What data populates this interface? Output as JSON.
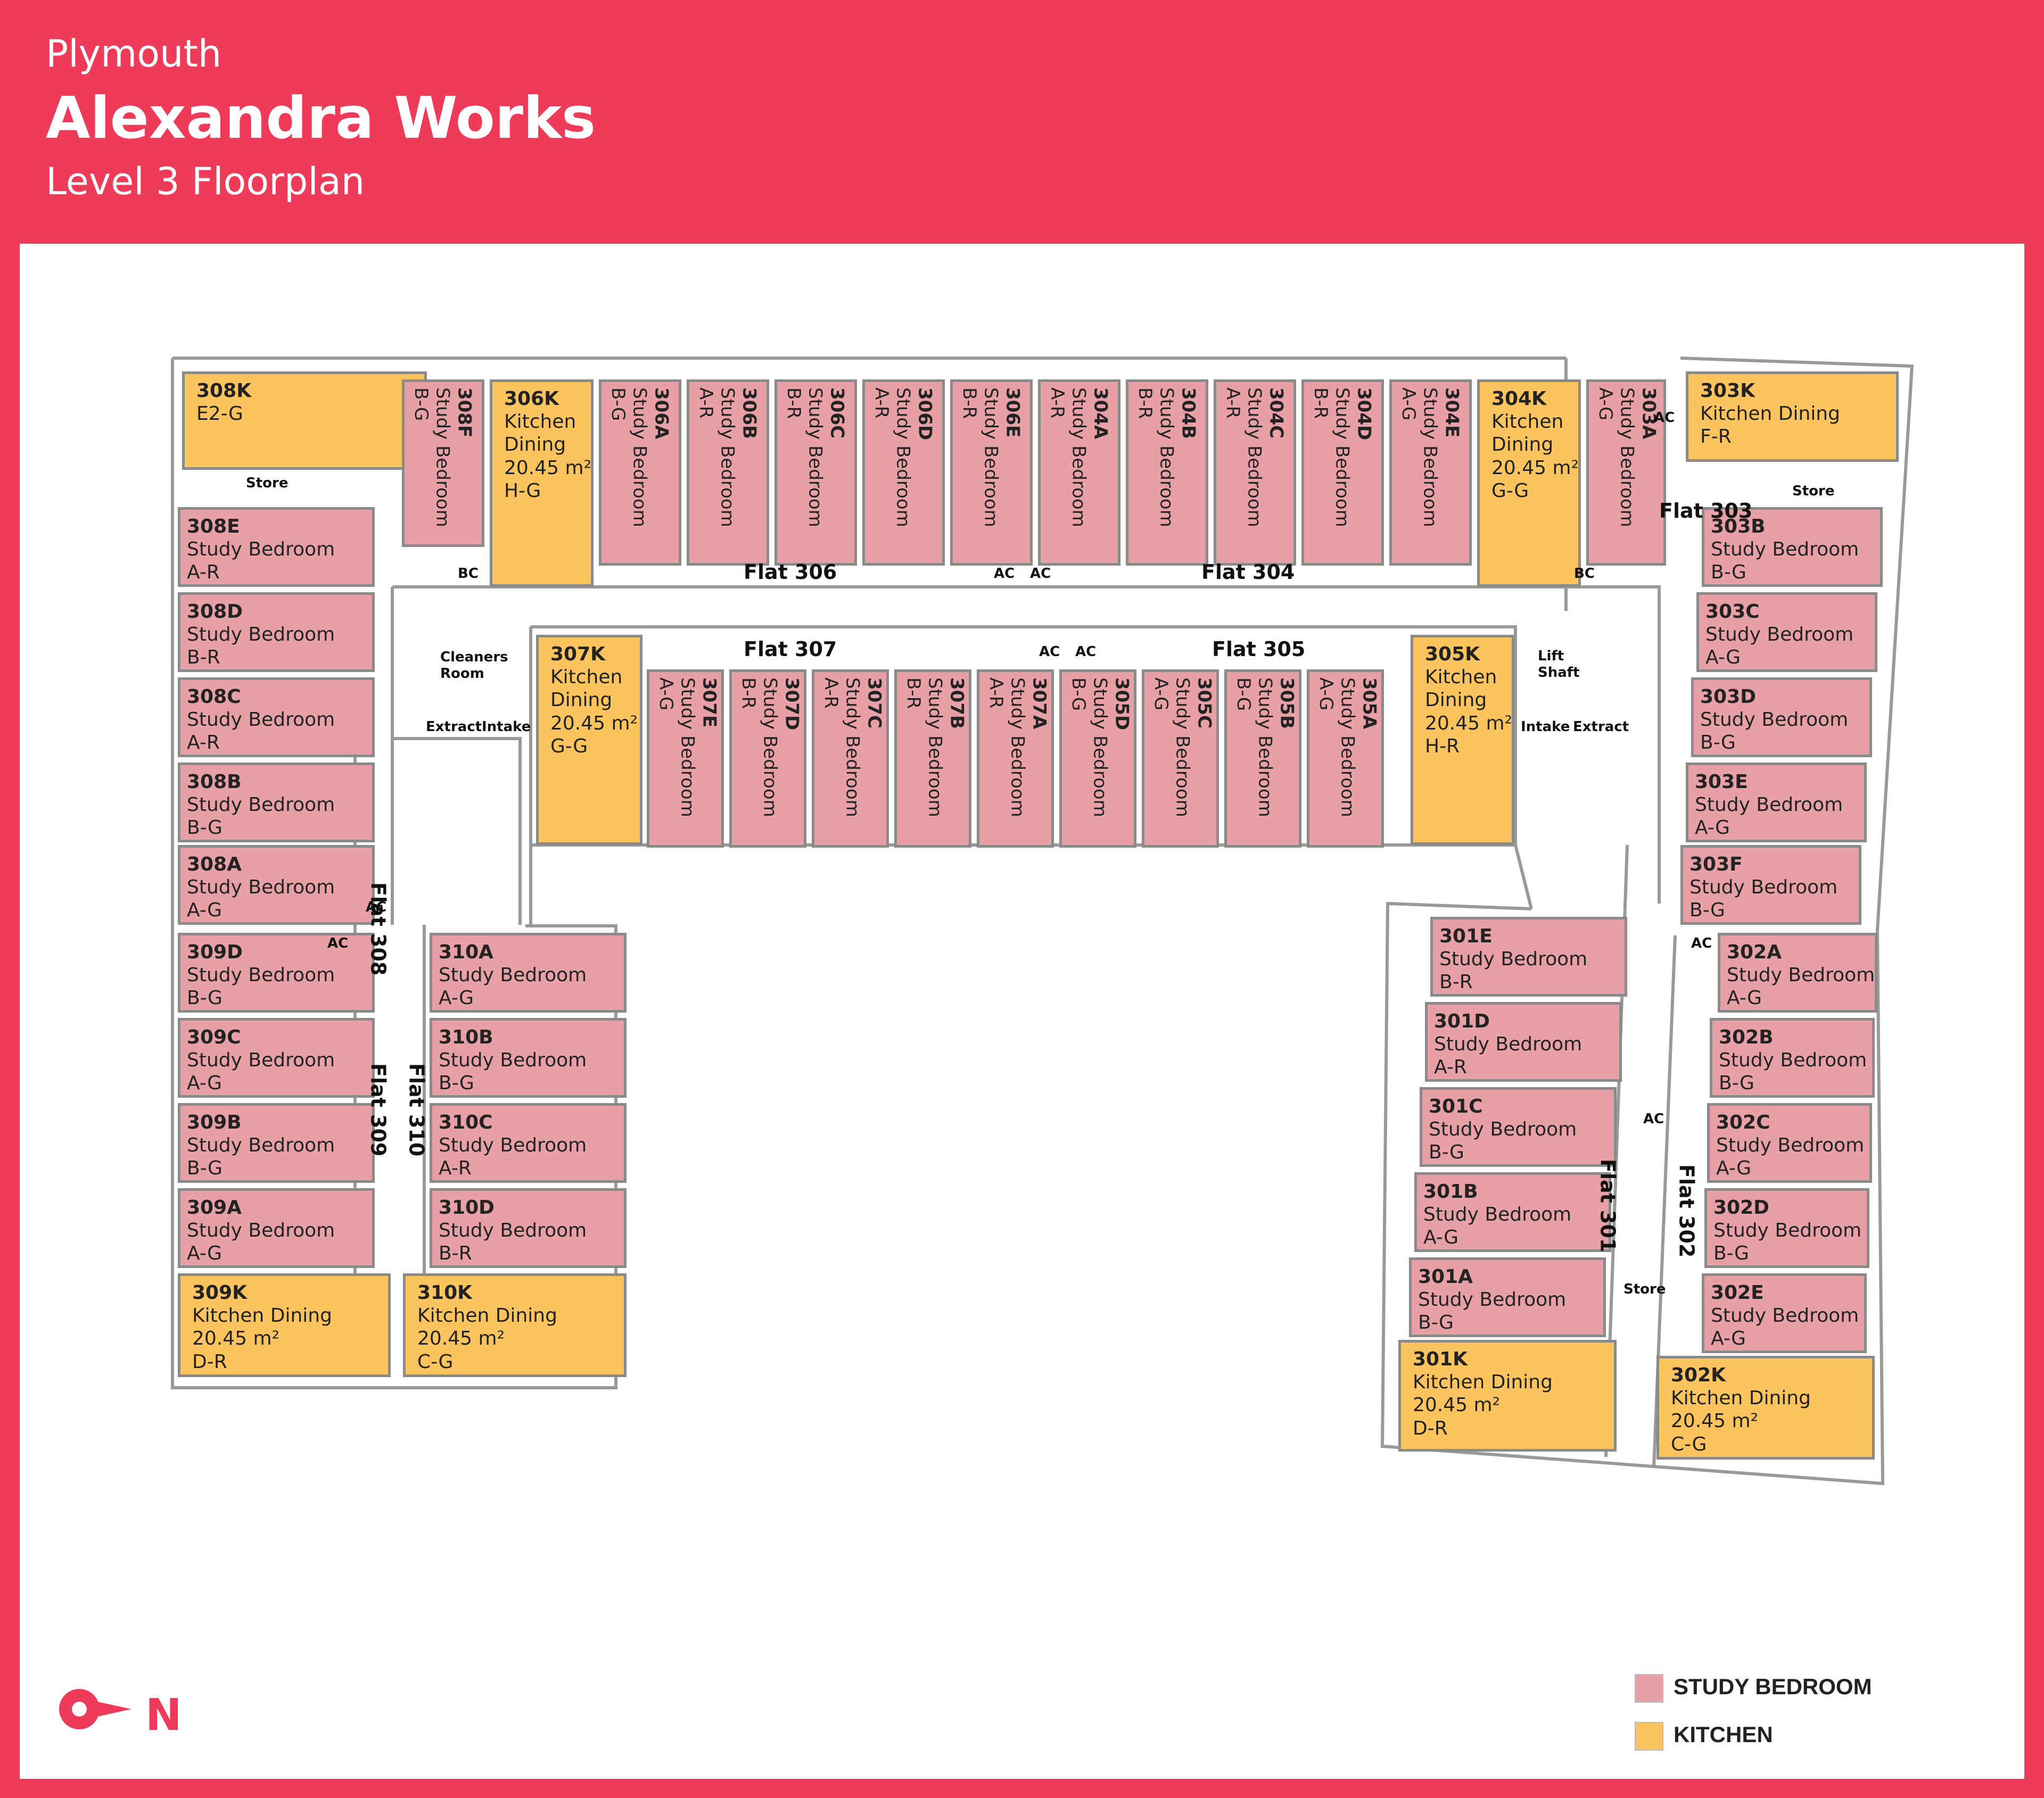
{
  "header": {
    "city": "Plymouth",
    "title": "Alexandra Works",
    "subtitle": "Level 3 Floorplan"
  },
  "legend": [
    {
      "label": "STUDY BEDROOM",
      "color": "#e6a0a6"
    },
    {
      "label": "KITCHEN",
      "color": "#fbc45e"
    }
  ],
  "compass": {
    "label": "N"
  },
  "colors": {
    "accent": "#ee3b5a",
    "bedroom": "#e6a0a6",
    "kitchen": "#fbc45e"
  },
  "flats": [
    "Flat 306",
    "Flat 304",
    "Flat 307",
    "Flat 305",
    "Flat 308",
    "Flat 309",
    "Flat 310",
    "Flat 303",
    "Flat 301",
    "Flat 302"
  ],
  "utility": {
    "store": "Store",
    "bc": "BC",
    "ac": "AC",
    "cleaners": "Cleaners Room",
    "extract": "Extract",
    "intake": "Intake",
    "lift": "Lift Shaft"
  },
  "rooms": [
    {
      "id": "308K",
      "type": "kitchen",
      "lines": [
        "E2-G"
      ]
    },
    {
      "id": "308E",
      "type": "bedroom",
      "lines": [
        "Study Bedroom",
        "A-R"
      ]
    },
    {
      "id": "308D",
      "type": "bedroom",
      "lines": [
        "Study Bedroom",
        "B-R"
      ]
    },
    {
      "id": "308C",
      "type": "bedroom",
      "lines": [
        "Study Bedroom",
        "A-R"
      ]
    },
    {
      "id": "308B",
      "type": "bedroom",
      "lines": [
        "Study Bedroom",
        "B-G"
      ]
    },
    {
      "id": "308A",
      "type": "bedroom",
      "lines": [
        "Study Bedroom",
        "A-G"
      ]
    },
    {
      "id": "309D",
      "type": "bedroom",
      "lines": [
        "Study Bedroom",
        "B-G"
      ]
    },
    {
      "id": "309C",
      "type": "bedroom",
      "lines": [
        "Study Bedroom",
        "A-G"
      ]
    },
    {
      "id": "309B",
      "type": "bedroom",
      "lines": [
        "Study Bedroom",
        "B-G"
      ]
    },
    {
      "id": "309A",
      "type": "bedroom",
      "lines": [
        "Study Bedroom",
        "A-G"
      ]
    },
    {
      "id": "309K",
      "type": "kitchen",
      "lines": [
        "Kitchen Dining",
        "20.45 m²",
        "D-R"
      ]
    },
    {
      "id": "310A",
      "type": "bedroom",
      "lines": [
        "Study Bedroom",
        "A-G"
      ]
    },
    {
      "id": "310B",
      "type": "bedroom",
      "lines": [
        "Study Bedroom",
        "B-G"
      ]
    },
    {
      "id": "310C",
      "type": "bedroom",
      "lines": [
        "Study Bedroom",
        "A-R"
      ]
    },
    {
      "id": "310D",
      "type": "bedroom",
      "lines": [
        "Study Bedroom",
        "B-R"
      ]
    },
    {
      "id": "310K",
      "type": "kitchen",
      "lines": [
        "Kitchen Dining",
        "20.45 m²",
        "C-G"
      ]
    },
    {
      "id": "308F",
      "type": "bedroom",
      "lines": [
        "Study Bedroom",
        "B-G"
      ]
    },
    {
      "id": "306K",
      "type": "kitchen",
      "lines": [
        "Kitchen",
        "Dining",
        "20.45 m²",
        "H-G"
      ]
    },
    {
      "id": "306A",
      "type": "bedroom",
      "lines": [
        "Study Bedroom",
        "B-G"
      ]
    },
    {
      "id": "306B",
      "type": "bedroom",
      "lines": [
        "Study Bedroom",
        "A-R"
      ]
    },
    {
      "id": "306C",
      "type": "bedroom",
      "lines": [
        "Study Bedroom",
        "B-R"
      ]
    },
    {
      "id": "306D",
      "type": "bedroom",
      "lines": [
        "Study Bedroom",
        "A-R"
      ]
    },
    {
      "id": "306E",
      "type": "bedroom",
      "lines": [
        "Study Bedroom",
        "B-R"
      ]
    },
    {
      "id": "304A",
      "type": "bedroom",
      "lines": [
        "Study Bedroom",
        "A-R"
      ]
    },
    {
      "id": "304B",
      "type": "bedroom",
      "lines": [
        "Study Bedroom",
        "B-R"
      ]
    },
    {
      "id": "304C",
      "type": "bedroom",
      "lines": [
        "Study Bedroom",
        "A-R"
      ]
    },
    {
      "id": "304D",
      "type": "bedroom",
      "lines": [
        "Study Bedroom",
        "B-R"
      ]
    },
    {
      "id": "304E",
      "type": "bedroom",
      "lines": [
        "Study Bedroom",
        "A-G"
      ]
    },
    {
      "id": "304K",
      "type": "kitchen",
      "lines": [
        "Kitchen",
        "Dining",
        "20.45 m²",
        "G-G"
      ]
    },
    {
      "id": "303A",
      "type": "bedroom",
      "lines": [
        "Study Bedroom",
        "A-G"
      ]
    },
    {
      "id": "303K",
      "type": "kitchen",
      "lines": [
        "Kitchen Dining",
        "F-R"
      ]
    },
    {
      "id": "307K",
      "type": "kitchen",
      "lines": [
        "Kitchen",
        "Dining",
        "20.45 m²",
        "G-G"
      ]
    },
    {
      "id": "307E",
      "type": "bedroom",
      "lines": [
        "Study Bedroom",
        "A-G"
      ]
    },
    {
      "id": "307D",
      "type": "bedroom",
      "lines": [
        "Study Bedroom",
        "B-R"
      ]
    },
    {
      "id": "307C",
      "type": "bedroom",
      "lines": [
        "Study Bedroom",
        "A-R"
      ]
    },
    {
      "id": "307B",
      "type": "bedroom",
      "lines": [
        "Study Bedroom",
        "B-R"
      ]
    },
    {
      "id": "307A",
      "type": "bedroom",
      "lines": [
        "Study Bedroom",
        "A-R"
      ]
    },
    {
      "id": "305D",
      "type": "bedroom",
      "lines": [
        "Study Bedroom",
        "B-G"
      ]
    },
    {
      "id": "305C",
      "type": "bedroom",
      "lines": [
        "Study Bedroom",
        "A-G"
      ]
    },
    {
      "id": "305B",
      "type": "bedroom",
      "lines": [
        "Study Bedroom",
        "B-G"
      ]
    },
    {
      "id": "305A",
      "type": "bedroom",
      "lines": [
        "Study Bedroom",
        "A-G"
      ]
    },
    {
      "id": "305K",
      "type": "kitchen",
      "lines": [
        "Kitchen",
        "Dining",
        "20.45 m²",
        "H-R"
      ]
    },
    {
      "id": "303B",
      "type": "bedroom",
      "lines": [
        "Study Bedroom",
        "B-G"
      ]
    },
    {
      "id": "303C",
      "type": "bedroom",
      "lines": [
        "Study Bedroom",
        "A-G"
      ]
    },
    {
      "id": "303D",
      "type": "bedroom",
      "lines": [
        "Study Bedroom",
        "B-G"
      ]
    },
    {
      "id": "303E",
      "type": "bedroom",
      "lines": [
        "Study Bedroom",
        "A-G"
      ]
    },
    {
      "id": "303F",
      "type": "bedroom",
      "lines": [
        "Study Bedroom",
        "B-G"
      ]
    },
    {
      "id": "302A",
      "type": "bedroom",
      "lines": [
        "Study Bedroom",
        "A-G"
      ]
    },
    {
      "id": "302B",
      "type": "bedroom",
      "lines": [
        "Study Bedroom",
        "B-G"
      ]
    },
    {
      "id": "302C",
      "type": "bedroom",
      "lines": [
        "Study Bedroom",
        "A-G"
      ]
    },
    {
      "id": "302D",
      "type": "bedroom",
      "lines": [
        "Study Bedroom",
        "B-G"
      ]
    },
    {
      "id": "302E",
      "type": "bedroom",
      "lines": [
        "Study Bedroom",
        "A-G"
      ]
    },
    {
      "id": "302K",
      "type": "kitchen",
      "lines": [
        "Kitchen Dining",
        "20.45 m²",
        "C-G"
      ]
    },
    {
      "id": "301E",
      "type": "bedroom",
      "lines": [
        "Study Bedroom",
        "B-R"
      ]
    },
    {
      "id": "301D",
      "type": "bedroom",
      "lines": [
        "Study Bedroom",
        "A-R"
      ]
    },
    {
      "id": "301C",
      "type": "bedroom",
      "lines": [
        "Study Bedroom",
        "B-G"
      ]
    },
    {
      "id": "301B",
      "type": "bedroom",
      "lines": [
        "Study Bedroom",
        "A-G"
      ]
    },
    {
      "id": "301A",
      "type": "bedroom",
      "lines": [
        "Study Bedroom",
        "B-G"
      ]
    },
    {
      "id": "301K",
      "type": "kitchen",
      "lines": [
        "Kitchen Dining",
        "20.45 m²",
        "D-R"
      ]
    }
  ]
}
